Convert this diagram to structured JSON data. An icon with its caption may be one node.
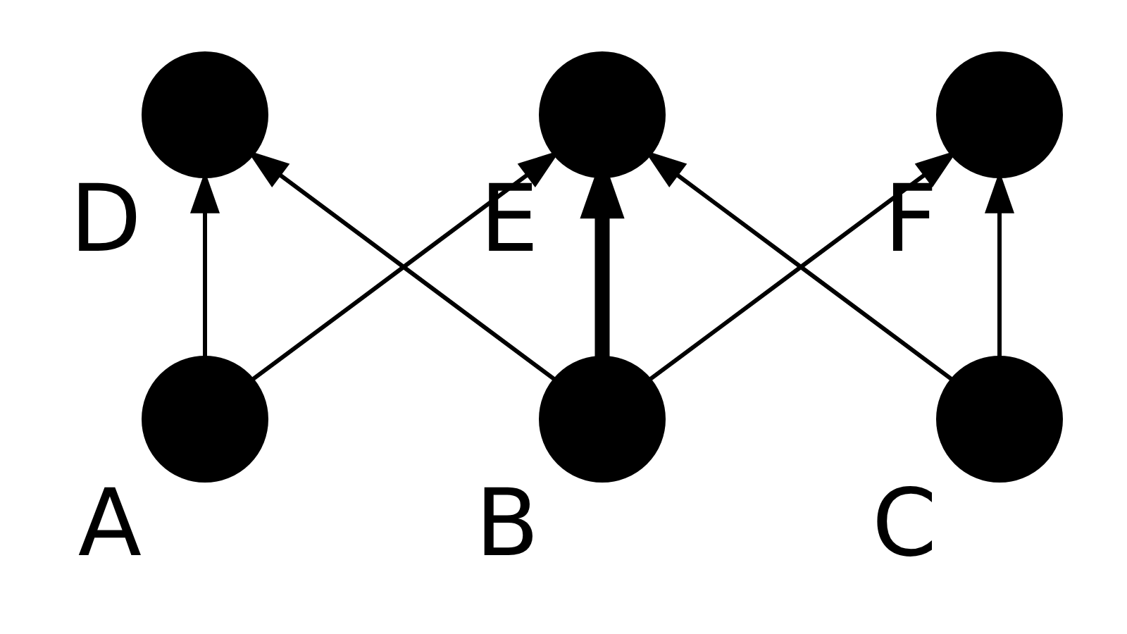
{
  "diagram": {
    "nodes": [
      {
        "text": [],
        "shape": "circle",
        "beside": [
          "D"
        ]
      },
      {
        "text": [],
        "shape": "circle",
        "beside": [
          "E"
        ]
      },
      {
        "text": [],
        "shape": "circle",
        "beside": [
          "A"
        ]
      },
      {
        "text": [],
        "shape": "circle",
        "beside": [
          "F"
        ]
      },
      {
        "text": [],
        "shape": "circle",
        "beside": [
          "B"
        ]
      },
      {
        "text": [],
        "shape": "circle",
        "beside": [
          "C"
        ]
      }
    ],
    "edges": [
      {
        "from": 2,
        "to": 0,
        "arrow": "to"
      },
      {
        "from": 2,
        "to": 1,
        "arrow": "to"
      },
      {
        "from": 4,
        "to": 0,
        "arrow": "to"
      },
      {
        "from": 4,
        "to": 1,
        "arrow": "to",
        "style": "thick"
      },
      {
        "from": 4,
        "to": 3,
        "arrow": "to"
      },
      {
        "from": 5,
        "to": 1,
        "arrow": "to"
      },
      {
        "from": 5,
        "to": 3,
        "arrow": "to"
      }
    ]
  }
}
